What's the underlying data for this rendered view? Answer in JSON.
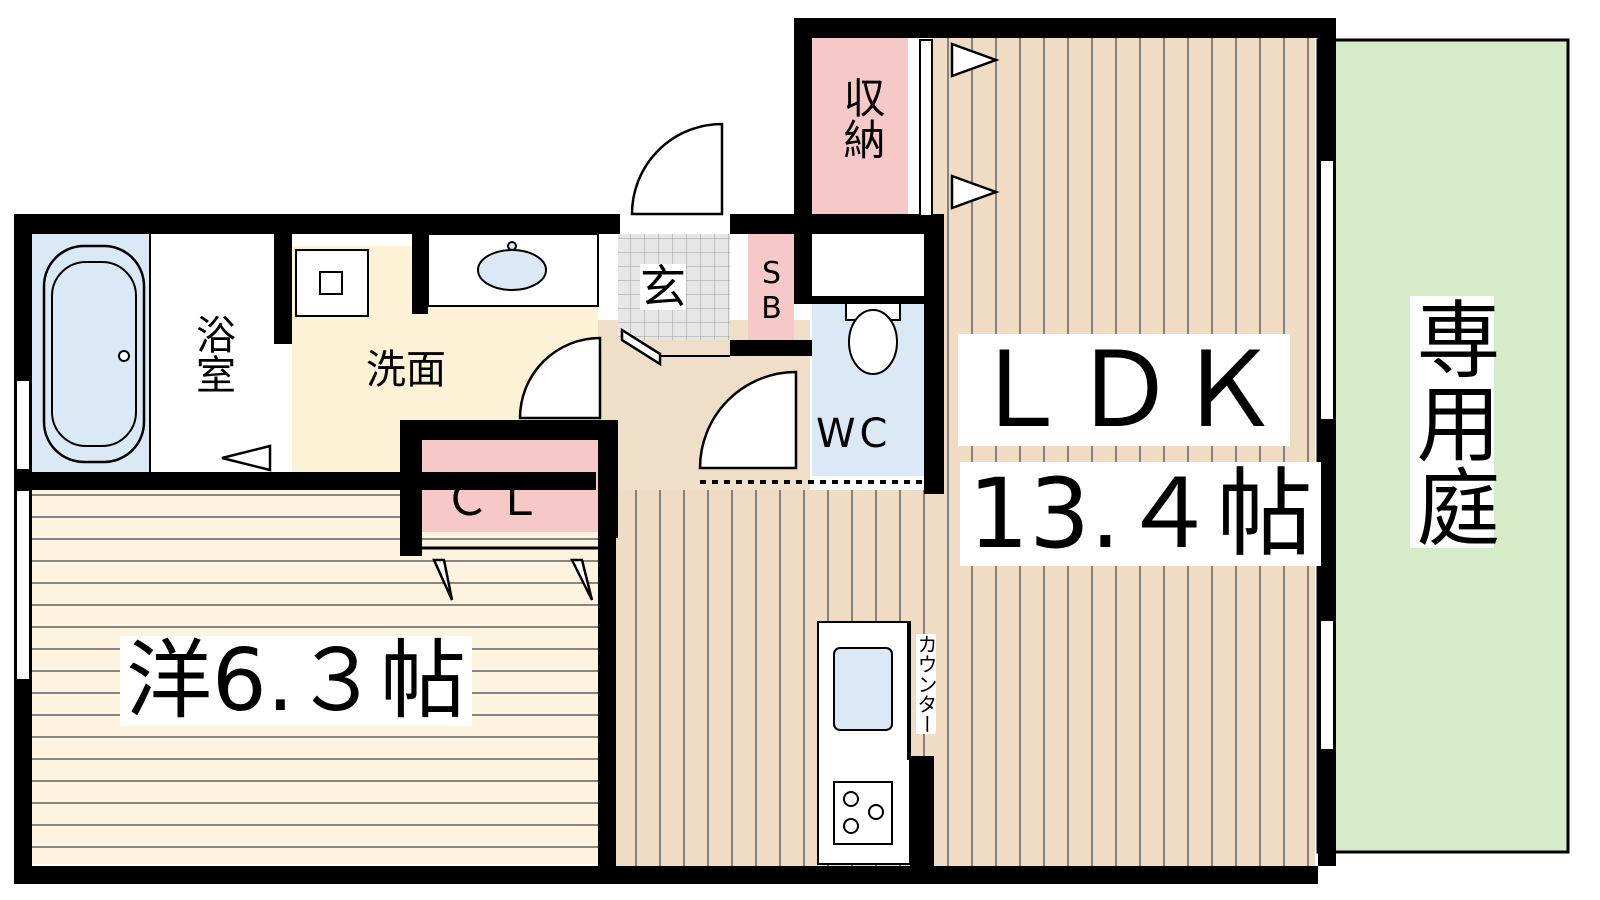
{
  "colors": {
    "wall": "#000000",
    "flooring": "#f0dcc4",
    "flooring_line": "#6b6b6b",
    "storage": "#f7c8c8",
    "wet_area": "#dbe9f7",
    "washroom": "#fdf2d6",
    "entry_tile": "#e6e6e6",
    "garden": "#d6ecc9",
    "hall": "#efdfc8"
  },
  "rooms": {
    "storage": "収納",
    "bathroom": "浴室",
    "washroom": "洗面",
    "entrance": "玄",
    "shoe_box": "SB",
    "toilet": "WC",
    "closet": "ＣＬ",
    "ldk_name": "ＬＤＫ",
    "ldk_size": "13.４帖",
    "western_room": "洋6.３帖",
    "counter": "カウンター",
    "private_garden": "専用庭"
  }
}
